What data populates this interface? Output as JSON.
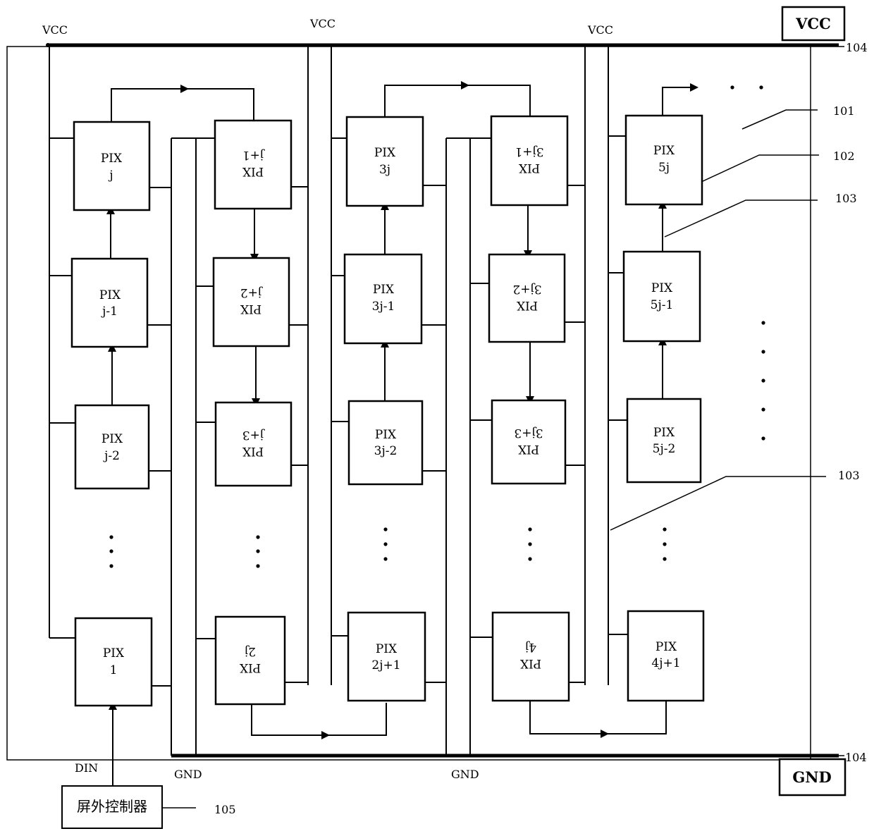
{
  "vcc_labels": [
    "VCC",
    "VCC",
    "VCC"
  ],
  "vcc_box": "VCC",
  "gnd_labels": [
    "GND",
    "GND"
  ],
  "gnd_box": "GND",
  "din": "DIN",
  "controller": "屏外控制器",
  "refs": {
    "r101": "101",
    "r102": "102",
    "r103a": "103",
    "r103b": "103",
    "r104a": "104",
    "r104b": "104",
    "r105": "105"
  },
  "col1": {
    "pix": "PIX",
    "n1": "j",
    "n2": "j-1",
    "n3": "j-2",
    "n4": "1"
  },
  "col2": {
    "pix": "PIX",
    "n1": "j+1",
    "n2": "j+2",
    "n3": "j+3",
    "n4": "2j"
  },
  "col3": {
    "pix": "PIX",
    "n1": "3j",
    "n2": "3j-1",
    "n3": "3j-2",
    "n4": "2j+1"
  },
  "col4": {
    "pix": "PIX",
    "n1": "3j+1",
    "n2": "3j+2",
    "n3": "3j+3",
    "n4": "4j"
  },
  "col5": {
    "pix": "PIX",
    "n1": "5j",
    "n2": "5j-1",
    "n3": "5j-2",
    "n4": "4j+1"
  }
}
